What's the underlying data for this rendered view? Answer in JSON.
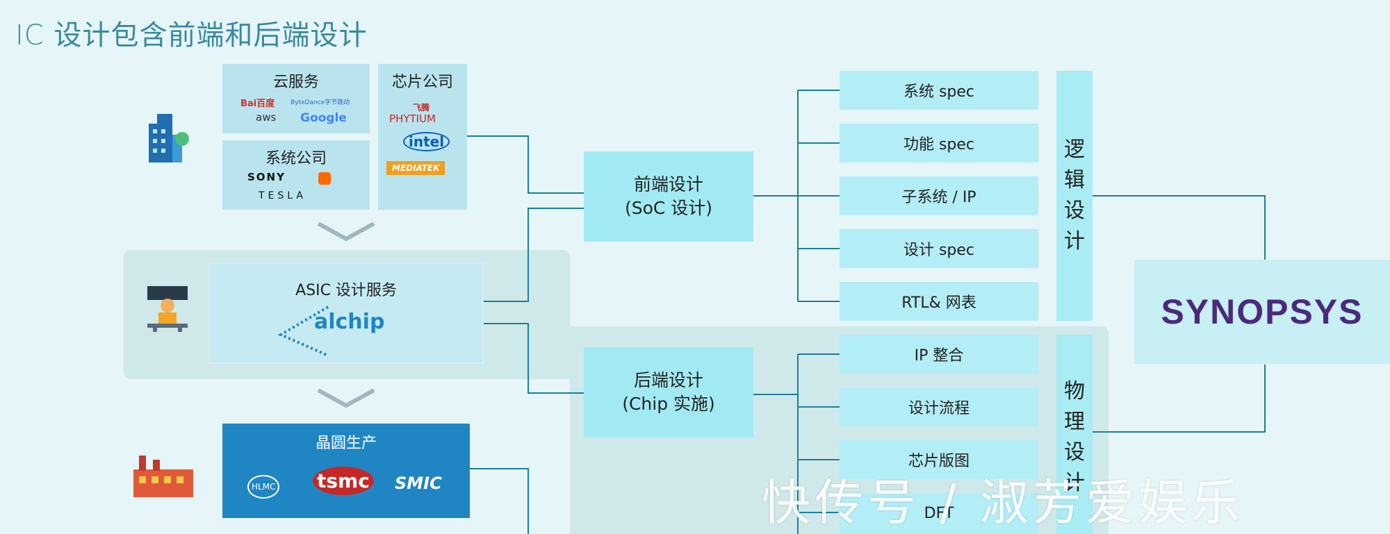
{
  "page_title": "IC 设计包含前端和后端设计",
  "cloud": {
    "title": "云服务",
    "logos": [
      "Bai百度",
      "ByteDance字节跳动",
      "aws",
      "Google"
    ]
  },
  "system_co": {
    "title": "系统公司",
    "logos": [
      "SONY",
      "TESLA"
    ]
  },
  "chip_co": {
    "title": "芯片公司",
    "logos": [
      "飞腾",
      "PHYTIUM",
      "intel",
      "MEDIATEK"
    ]
  },
  "asic": {
    "title": "ASIC 设计服务",
    "logo": "alchip"
  },
  "fab": {
    "title": "晶圆生产",
    "logos": [
      "HLMC",
      "tsmc",
      "SMIC"
    ]
  },
  "frontend": {
    "line1": "前端设计",
    "line2": "(SoC 设计)"
  },
  "backend": {
    "line1": "后端设计",
    "line2": "(Chip 实施)"
  },
  "frontend_items": [
    "系统 spec",
    "功能 spec",
    "子系统 / IP",
    "设计 spec",
    "RTL& 网表"
  ],
  "backend_items": [
    "IP 整合",
    "设计流程",
    "芯片版图",
    "DFT"
  ],
  "logic_label": [
    "逻",
    "辑",
    "设",
    "计"
  ],
  "physical_label": [
    "物",
    "理",
    "设",
    "计"
  ],
  "synopsys": "SYNOPSYS",
  "watermark": "快传号 / 淑芳爱娱乐",
  "colors": {
    "accent": "#1f86c3",
    "line": "#1a7f9a",
    "synopsys": "#4b2a7b"
  }
}
